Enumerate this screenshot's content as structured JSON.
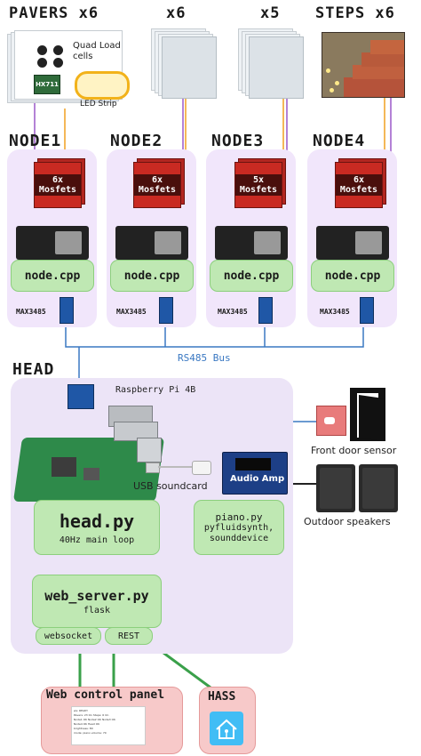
{
  "headers": {
    "pavers": "PAVERS x6",
    "col2": "x6",
    "col3": "x5",
    "steps": "STEPS x6"
  },
  "pavers_labels": {
    "load_cells": "Quad Load cells",
    "hx711": "HX711",
    "led_strip": "LED Strip"
  },
  "nodes": [
    {
      "title": "NODE1",
      "mosfets": "6x Mosfets",
      "code": "node.cpp",
      "max": "MAX3485"
    },
    {
      "title": "NODE2",
      "mosfets": "6x Mosfets",
      "code": "node.cpp",
      "max": "MAX3485"
    },
    {
      "title": "NODE3",
      "mosfets": "5x Mosfets",
      "code": "node.cpp",
      "max": "MAX3485"
    },
    {
      "title": "NODE4",
      "mosfets": "6x Mosfets",
      "code": "node.cpp",
      "max": "MAX3485"
    }
  ],
  "bus_label": "RS485 Bus",
  "head": {
    "title": "HEAD",
    "rpi_label": "Raspberry Pi 4B",
    "usb_label": "USB soundcard",
    "amp_label": "Audio Amp",
    "front_door_label": "Front door sensor",
    "speakers_label": "Outdoor speakers",
    "head_py": "head.py",
    "head_loop": "40Hz main loop",
    "piano_py": "piano.py",
    "piano_libs": "pyfluidsynth, sounddevice",
    "web_server": "web_server.py",
    "flask": "flask",
    "websocket": "websocket",
    "rest": "REST"
  },
  "web_panel": {
    "title": "Web control panel",
    "screen_lines": [
      "ws: READY",
      "Pavers: 23 On  Steps: 6 On",
      "Node1 OK  Node2 OK  Node3 OK",
      "Node4 OK  Head OK",
      "brightness: 80",
      "mode: piano  volume: 70"
    ]
  },
  "hass": {
    "title": "HASS"
  },
  "colors": {
    "wire_purple": "#9b59c9",
    "wire_orange": "#f0a020",
    "bus_blue": "#3a78c2",
    "green_link": "#3aa04a"
  }
}
